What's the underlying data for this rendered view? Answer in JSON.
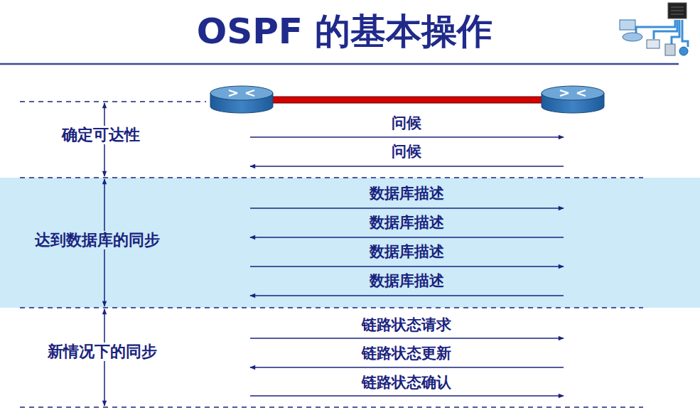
{
  "diagram": {
    "title": "OSPF 的基本操作",
    "labels": [
      "确定可达性",
      "问候",
      "问候",
      "达到数据库的同步",
      "数据库描述",
      "数据库描述",
      "数据库描述",
      "数据库描述",
      "新情况下的同步",
      "链路状态请求",
      "链路状态更新",
      "链路状态确认"
    ]
  }
}
